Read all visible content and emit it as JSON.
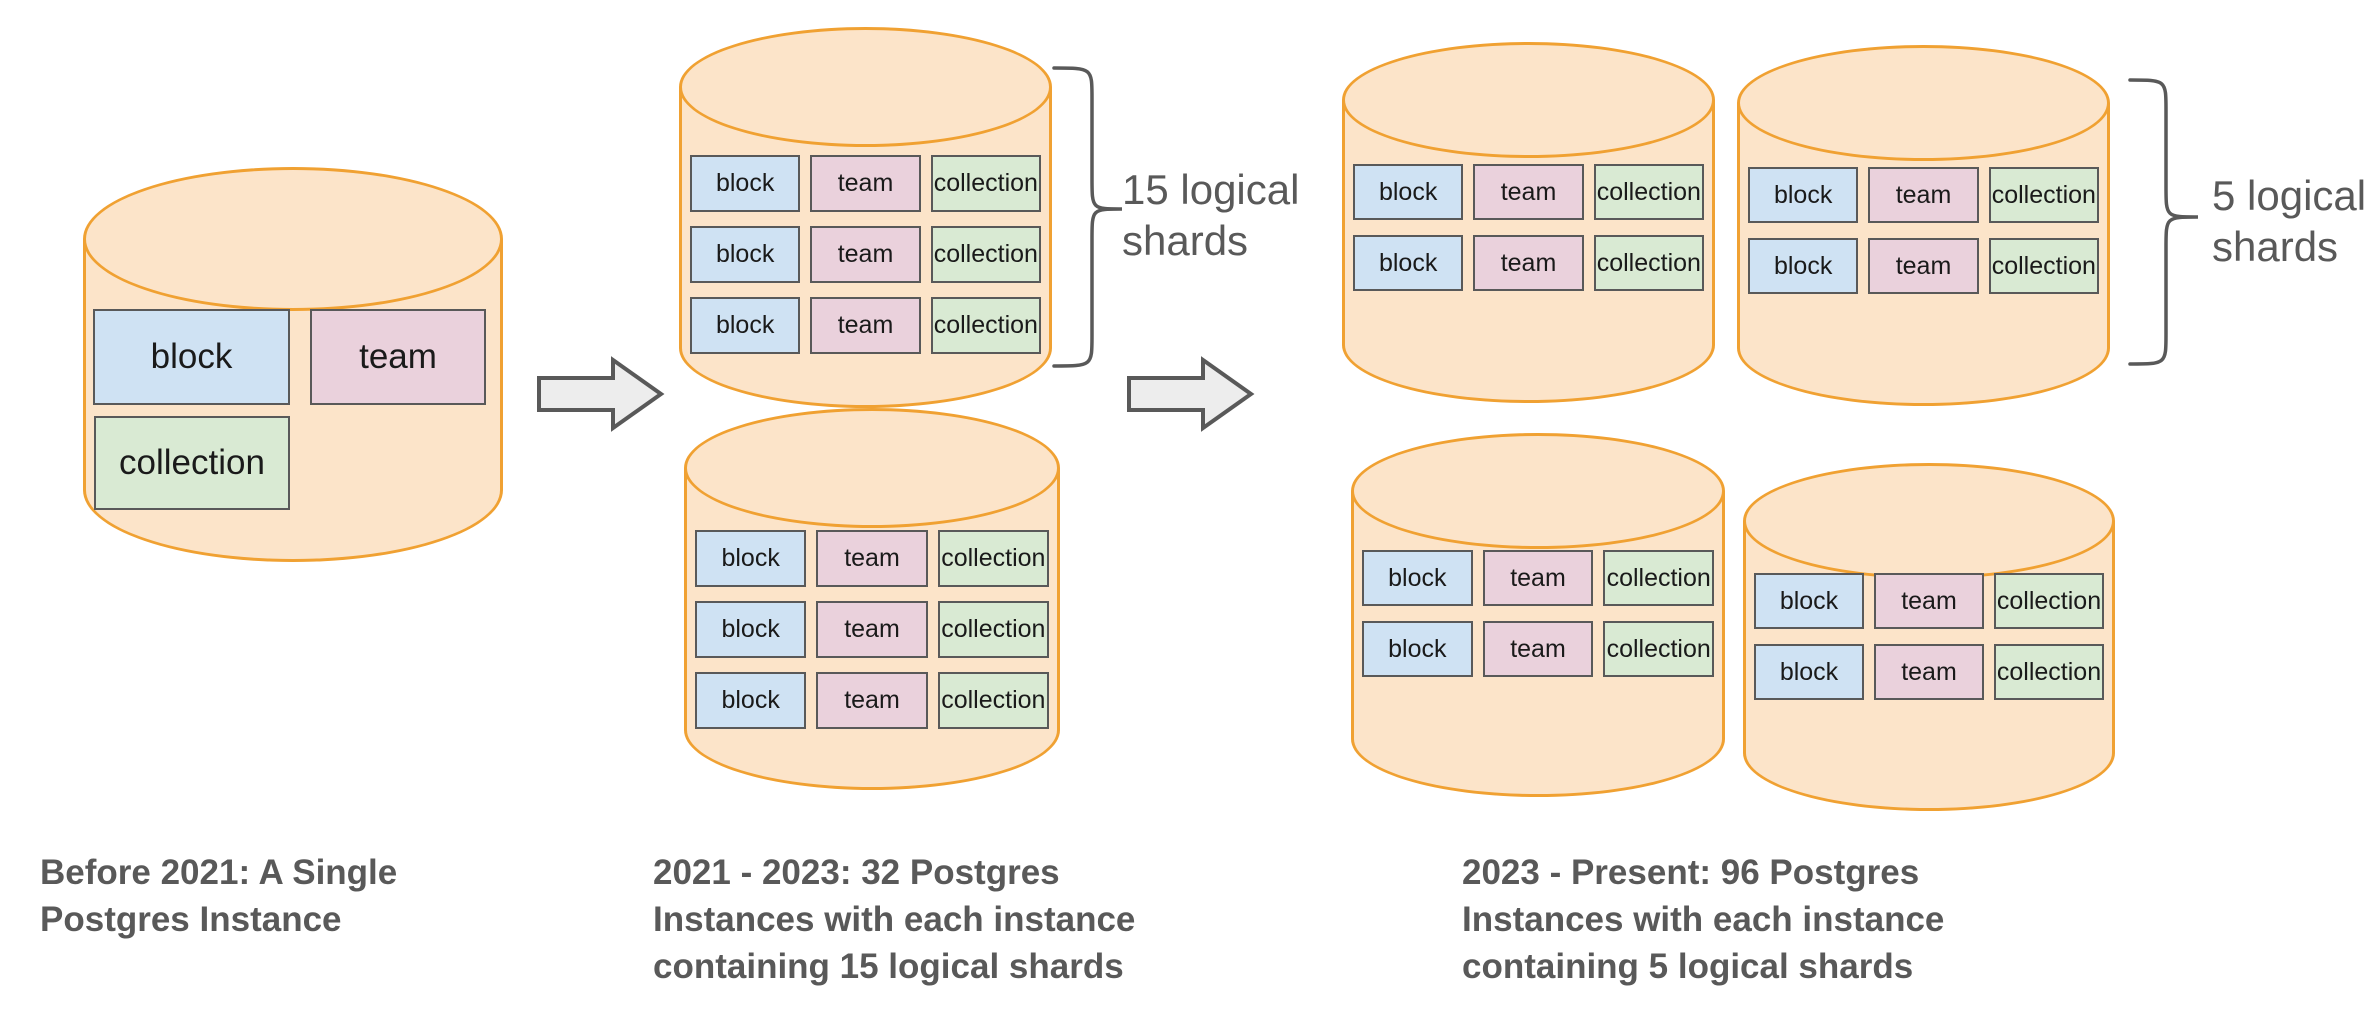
{
  "labels": {
    "block": "block",
    "team": "team",
    "collection": "collection"
  },
  "stages": [
    {
      "id": "before-2021",
      "caption_lines": [
        "Before 2021: A Single",
        "Postgres Instance"
      ]
    },
    {
      "id": "2021-2023",
      "caption_lines": [
        "2021 - 2023: 32 Postgres",
        "Instances with each instance",
        "containing 15 logical shards"
      ],
      "shard_label_lines": [
        "15 logical",
        "shards"
      ]
    },
    {
      "id": "2023-present",
      "caption_lines": [
        "2023 - Present: 96 Postgres",
        "Instances with each instance",
        "containing 5 logical shards"
      ],
      "shard_label_lines": [
        "5 logical",
        "shards"
      ]
    }
  ],
  "colors": {
    "background": "#FFFFFF",
    "cylinder_fill": "#FCE4C9",
    "cylinder_stroke": "#F0A132",
    "table_block_fill": "#CFE2F3",
    "table_team_fill": "#EAD1DC",
    "table_collection_fill": "#D9EAD3",
    "table_border": "#595959",
    "caption_text": "#595959",
    "annotation_text": "#595959",
    "brace_stroke": "#595959",
    "arrow_fill": "#EDEDED",
    "arrow_stroke": "#595959"
  }
}
